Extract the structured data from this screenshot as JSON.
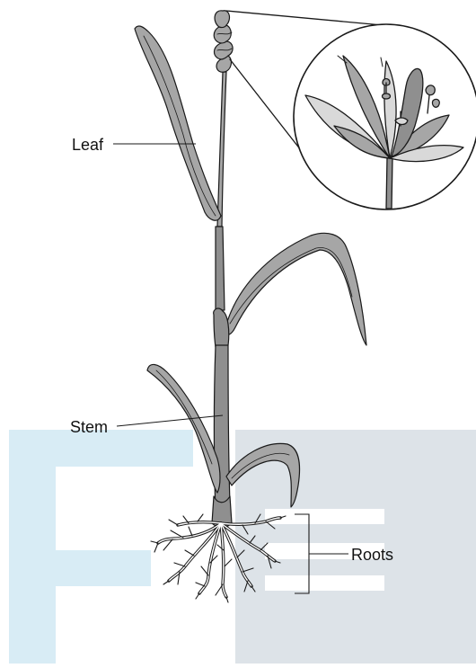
{
  "labels": {
    "leaf": "Leaf",
    "stem": "Stem",
    "roots": "Roots"
  },
  "colors": {
    "watermark_blue": "#d8ecf5",
    "watermark_gray": "#dde3e8",
    "leaf_fill": "#a6a6a6",
    "leaf_dark": "#8c8c8c",
    "stem_fill": "#8f8f8f",
    "petal_light": "#d9d9d9",
    "outline": "#1a1a1a"
  }
}
